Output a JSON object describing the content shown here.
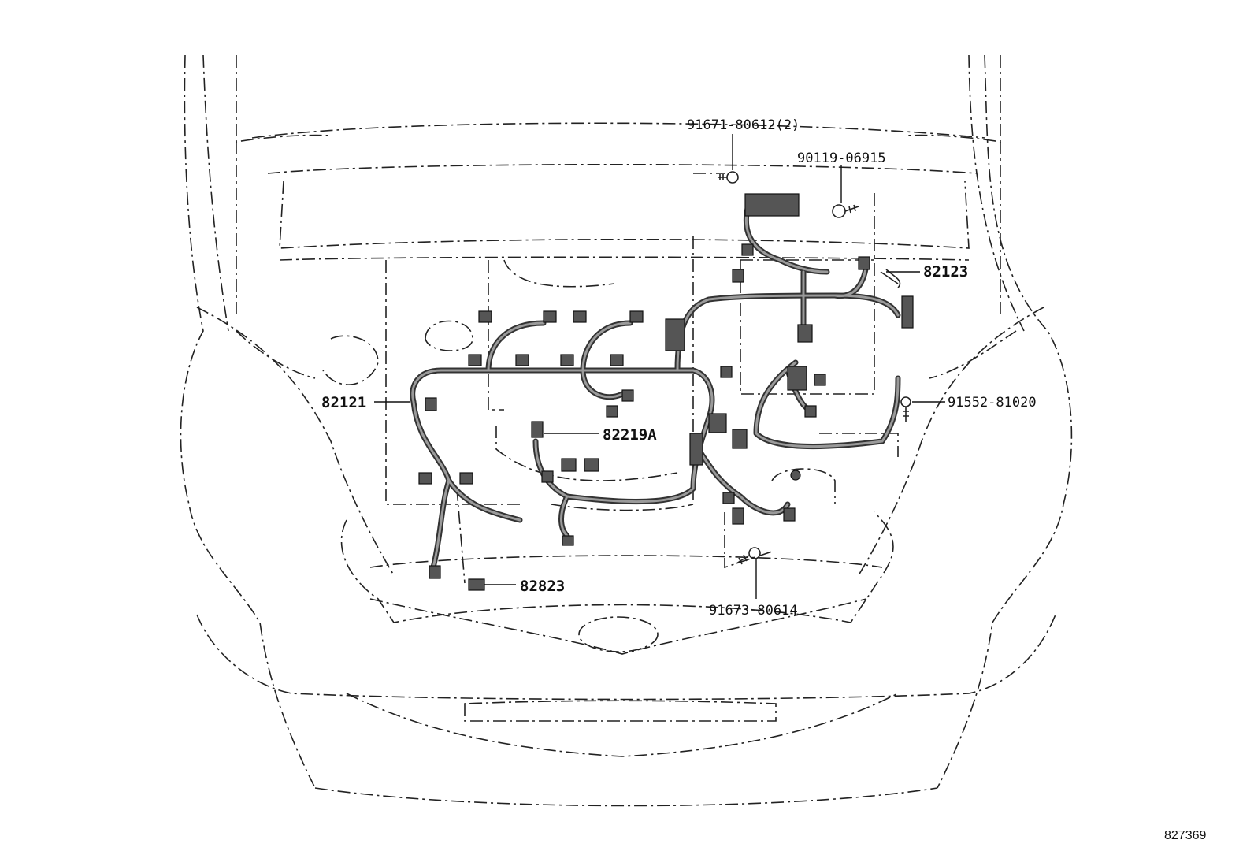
{
  "diagram": {
    "callouts": [
      {
        "id": "p91671",
        "text": "91671-80612(2)",
        "bold": false
      },
      {
        "id": "p90119",
        "text": "90119-06915",
        "bold": false
      },
      {
        "id": "p82123",
        "text": "82123",
        "bold": true
      },
      {
        "id": "p82121",
        "text": "82121",
        "bold": true
      },
      {
        "id": "p82219a",
        "text": "82219A",
        "bold": true
      },
      {
        "id": "p91552",
        "text": "91552-81020",
        "bold": false
      },
      {
        "id": "p82823",
        "text": "82823",
        "bold": true
      },
      {
        "id": "p91673",
        "text": "91673-80614",
        "bold": false
      }
    ],
    "drawing_code": "827369"
  }
}
